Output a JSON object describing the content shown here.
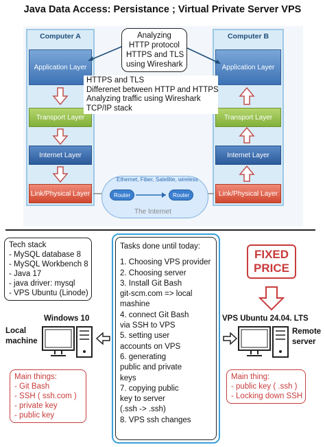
{
  "title": "Java Data Access: Persistance ; Virtual Private Server VPS",
  "computer_a": {
    "label": "Computer A",
    "layers": [
      "Application Layer",
      "Transport Layer",
      "Internet Layer",
      "Link/Physical Layer"
    ]
  },
  "computer_b": {
    "label": "Computer B",
    "layers": [
      "Application Layer",
      "Transport Layer",
      "Internet Layer",
      "Link/Physical Layer"
    ]
  },
  "callout_lines": [
    "Analyzing",
    "HTTP protocol",
    "HTTPS and TLS",
    "using Wireshark"
  ],
  "overlay_lines": [
    "HTTPS and TLS",
    "Differenet between HTTP and HTTPS",
    "Analyzing traffic using Wireshark",
    "TCP/IP stack"
  ],
  "internet": {
    "media_label": "Ethernet, Fiber, Satellite, wireless etc...",
    "router_label": "Router",
    "cloud_label": "The Internet"
  },
  "tech_stack": {
    "heading": "Tech stack",
    "items": [
      "- MySQL database 8",
      "- MySQL Workbench 8",
      "- Java 17",
      "- java driver: mysql",
      "- VPS Ubuntu (Linode)"
    ]
  },
  "tasks": {
    "heading": "Tasks done until today:",
    "items": [
      "1. Choosing VPS provider",
      "2. Choosing server",
      "3. Install Git Bash",
      "git-scm.com => local",
      "mashine",
      "4. connect Git Bash",
      "via SSH to VPS",
      "5. setting user",
      "accounts on VPS",
      "6. generating",
      "public and private",
      "keys",
      "7. copying public",
      "key to server",
      "(.ssh -> .ssh)",
      "8. VPS ssh changes"
    ]
  },
  "local": {
    "os_label": "Windows 10",
    "machine_label_lines": [
      "Local",
      "machine"
    ],
    "main_heading": "Main things:",
    "main_items": [
      "- Git Bash",
      "- SSH ( ssh.com )",
      "- private key",
      "- public key"
    ]
  },
  "remote": {
    "os_label": "VPS Ubuntu 24.04. LTS",
    "server_label_lines": [
      "Remote",
      "server"
    ],
    "fixed_price_lines": [
      "FIXED",
      "PRICE"
    ],
    "main_heading": "Main thing:",
    "main_items": [
      "- public key ( .ssh )",
      "- Locking down SSH"
    ]
  },
  "colors": {
    "application": "#4a7fc1",
    "transport": "#8fbc45",
    "internet": "#3a69ab",
    "link": "#d9553d",
    "accent_red": "#c83b3b",
    "tasks_border": "#3aa0d8"
  }
}
